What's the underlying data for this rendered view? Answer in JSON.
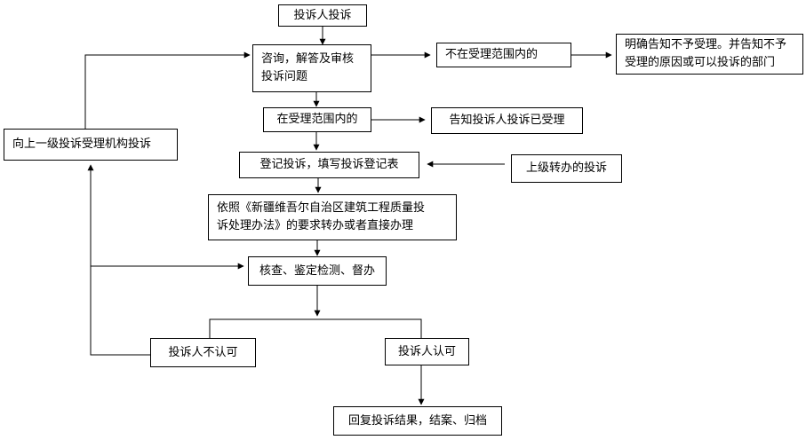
{
  "nodes": {
    "complainant": "投诉人投诉",
    "consult": [
      "咨询，解答及审核",
      "投诉问题"
    ],
    "out_of_scope": "不在受理范围内的",
    "notify_reject": [
      "明确告知不予受理。并告知不予",
      "受理的原因或可以投诉的部门"
    ],
    "in_scope": "在受理范围内的",
    "notify_accept": "告知投诉人投诉已受理",
    "register": "登记投诉，填写投诉登记表",
    "superior_transfer": "上级转办的投诉",
    "escalate": "向上一级投诉受理机构投诉",
    "process_law": [
      "依照《新疆维吾尔自治区建筑工程质量投",
      "诉处理办法》的要求转办或者直接办理"
    ],
    "inspect": "核查、鉴定检测、督办",
    "not_accepted": "投诉人不认可",
    "accepted": "投诉人认可",
    "reply": "回复投诉结果，结案、归档"
  }
}
